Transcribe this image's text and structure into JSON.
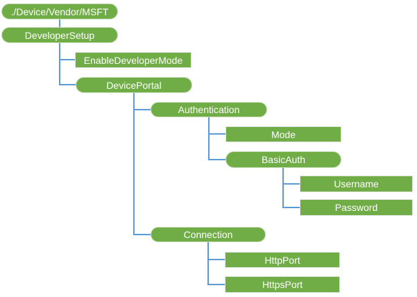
{
  "colors": {
    "node_fill": "#70AD47",
    "node_text": "#FFFFFF",
    "connector": "#5B9BD5",
    "background": "#FFFFFF"
  },
  "tree": {
    "nodes": [
      {
        "id": "root",
        "label": "./Device/Vendor/MSFT",
        "shape": "pill",
        "parent": null
      },
      {
        "id": "developersetup",
        "label": "DeveloperSetup",
        "shape": "pill",
        "parent": "root"
      },
      {
        "id": "enabledevelopermode",
        "label": "EnableDeveloperMode",
        "shape": "rect",
        "parent": "developersetup"
      },
      {
        "id": "deviceportal",
        "label": "DevicePortal",
        "shape": "pill",
        "parent": "developersetup"
      },
      {
        "id": "authentication",
        "label": "Authentication",
        "shape": "pill",
        "parent": "deviceportal"
      },
      {
        "id": "mode",
        "label": "Mode",
        "shape": "rect",
        "parent": "authentication"
      },
      {
        "id": "basicauth",
        "label": "BasicAuth",
        "shape": "pill",
        "parent": "authentication"
      },
      {
        "id": "username",
        "label": "Username",
        "shape": "rect",
        "parent": "basicauth"
      },
      {
        "id": "password",
        "label": "Password",
        "shape": "rect",
        "parent": "basicauth"
      },
      {
        "id": "connection",
        "label": "Connection",
        "shape": "pill",
        "parent": "deviceportal"
      },
      {
        "id": "httpport",
        "label": "HttpPort",
        "shape": "rect",
        "parent": "connection"
      },
      {
        "id": "httpsport",
        "label": "HttpsPort",
        "shape": "rect",
        "parent": "connection"
      }
    ]
  }
}
